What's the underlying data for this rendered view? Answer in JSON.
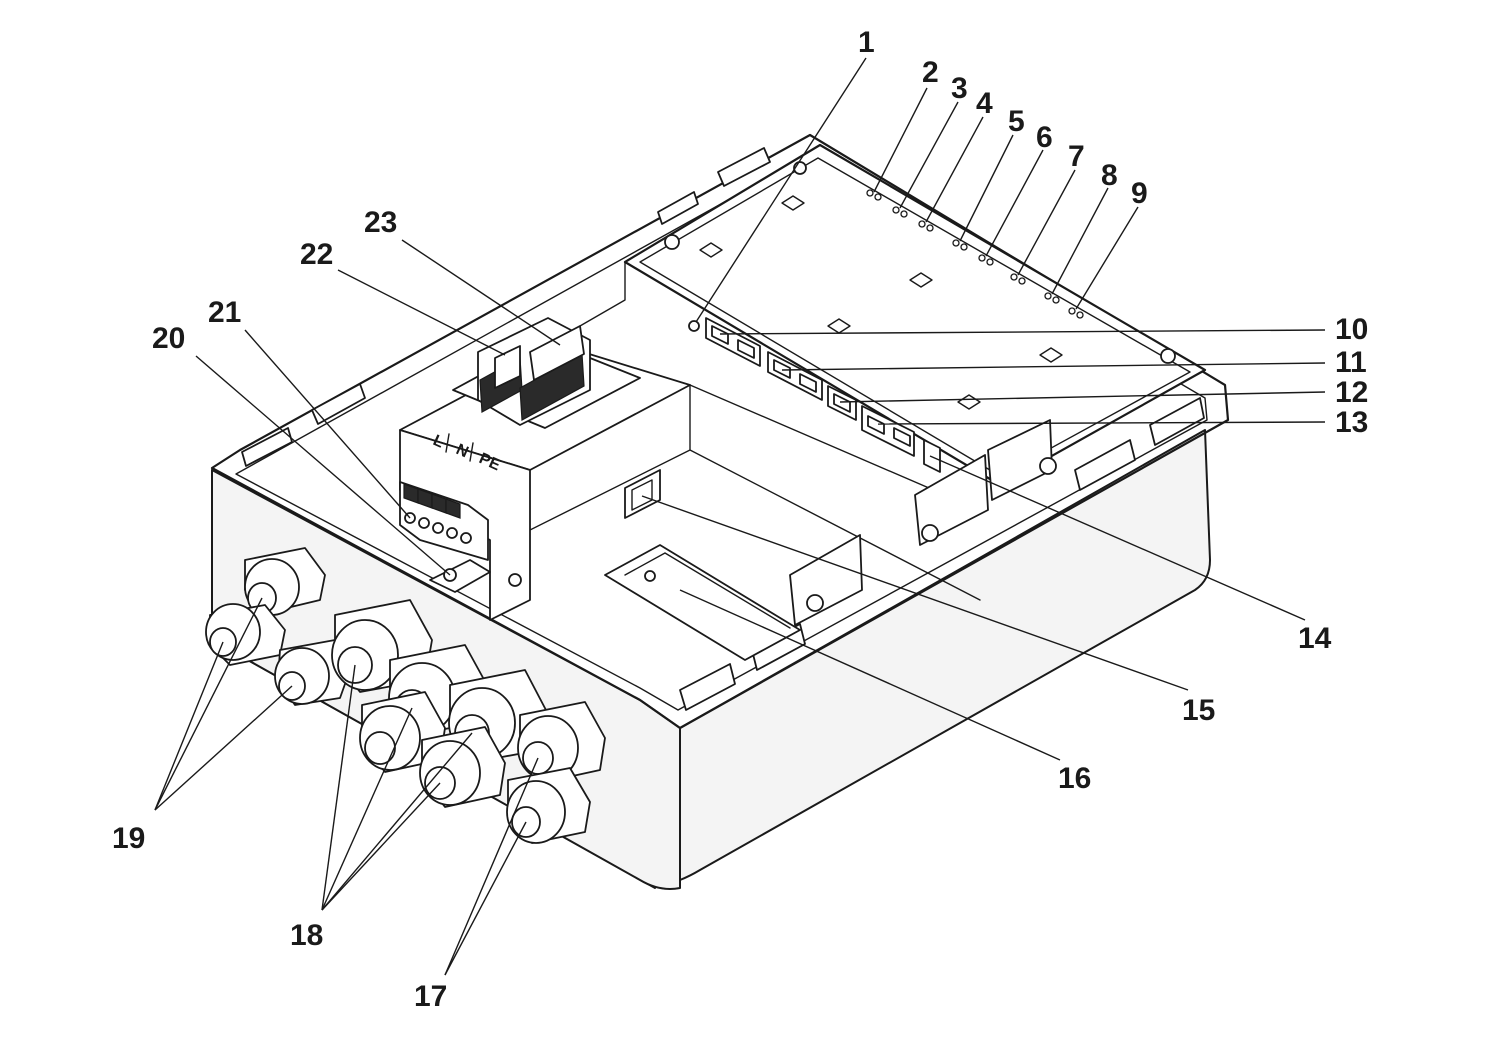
{
  "terminal_marking": [
    "L",
    "N",
    "PE"
  ],
  "callouts": [
    {
      "label": "1",
      "part": "led-indicator"
    },
    {
      "label": "2",
      "part": "status-led"
    },
    {
      "label": "3",
      "part": "status-led"
    },
    {
      "label": "4",
      "part": "status-led"
    },
    {
      "label": "5",
      "part": "status-led"
    },
    {
      "label": "6",
      "part": "status-led"
    },
    {
      "label": "7",
      "part": "status-led"
    },
    {
      "label": "8",
      "part": "status-led"
    },
    {
      "label": "9",
      "part": "status-led"
    },
    {
      "label": "10",
      "part": "network-port"
    },
    {
      "label": "11",
      "part": "network-port"
    },
    {
      "label": "12",
      "part": "network-port"
    },
    {
      "label": "13",
      "part": "network-port"
    },
    {
      "label": "14",
      "part": "small-connector"
    },
    {
      "label": "15",
      "part": "wall-opening"
    },
    {
      "label": "16",
      "part": "din-rail"
    },
    {
      "label": "17",
      "part": "cable-gland"
    },
    {
      "label": "18",
      "part": "cable-gland"
    },
    {
      "label": "19",
      "part": "cable-gland"
    },
    {
      "label": "20",
      "part": "earth-screw"
    },
    {
      "label": "21",
      "part": "terminal-block"
    },
    {
      "label": "22",
      "part": "power-supply"
    },
    {
      "label": "23",
      "part": "power-supply-module"
    }
  ]
}
